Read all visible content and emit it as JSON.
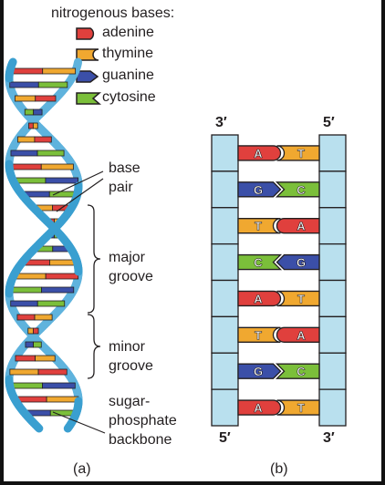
{
  "legend": {
    "title": "nitrogenous bases:",
    "items": [
      {
        "label": "adenine",
        "color": "#e0403d",
        "shape": "adenine-tab-icon"
      },
      {
        "label": "thymine",
        "color": "#f0a830",
        "shape": "thymine-notch-icon"
      },
      {
        "label": "guanine",
        "color": "#3b4fa8",
        "shape": "guanine-tab-icon"
      },
      {
        "label": "cytosine",
        "color": "#7bbf3a",
        "shape": "cytosine-notch-icon"
      }
    ]
  },
  "panel_a": {
    "label": "(a)",
    "annotations": {
      "base_pair_1": "base",
      "base_pair_2": "pair",
      "major_1": "major",
      "major_2": "groove",
      "minor_1": "minor",
      "minor_2": "groove",
      "backbone_1": "sugar-",
      "backbone_2": "phosphate",
      "backbone_3": "backbone"
    }
  },
  "panel_b": {
    "label": "(b)",
    "strand_labels": {
      "top_left": "3′",
      "top_right": "5′",
      "bottom_left": "5′",
      "bottom_right": "3′"
    },
    "pairs": [
      {
        "left": "A",
        "right": "T"
      },
      {
        "left": "G",
        "right": "C"
      },
      {
        "left": "T",
        "right": "A"
      },
      {
        "left": "C",
        "right": "G"
      },
      {
        "left": "A",
        "right": "T"
      },
      {
        "left": "T",
        "right": "A"
      },
      {
        "left": "G",
        "right": "C"
      },
      {
        "left": "A",
        "right": "T"
      }
    ]
  },
  "colors": {
    "adenine": "#e0403d",
    "thymine": "#f0a830",
    "guanine": "#3b4fa8",
    "cytosine": "#7bbf3a",
    "backbone": "#b9e0ee",
    "helix": "#3a9fd0"
  }
}
